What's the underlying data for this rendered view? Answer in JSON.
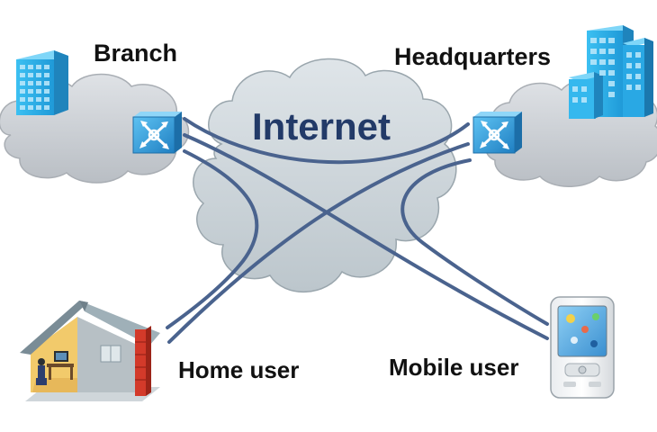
{
  "labels": {
    "branch": "Branch",
    "headquarters": "Headquarters",
    "internet": "Internet",
    "home_user": "Home user",
    "mobile_user": "Mobile user"
  },
  "colors": {
    "cloud_fill": "#c7ccd1",
    "cloud_stroke": "#a9aeb4",
    "internet_cloud_fill": "#c9d1d6",
    "internet_text": "#223a68",
    "tunnel_line": "#4a638e",
    "building_blue": "#2aaee8",
    "building_dark": "#1f84bc",
    "router_blue": "#2a92d6",
    "house_wall": "#f2ca6b",
    "house_roof": "#8fa3ad",
    "firewall_red": "#d33a2a"
  },
  "icons": {
    "branch_building": "office-building-icon",
    "hq_building": "skyscraper-cluster-icon",
    "branch_router": "router-icon",
    "hq_router": "router-icon",
    "home": "house-with-firewall-icon",
    "mobile": "smartphone-icon"
  }
}
